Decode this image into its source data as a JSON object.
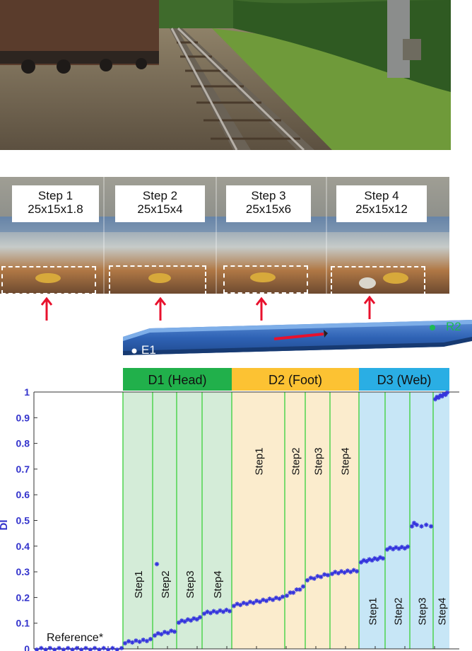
{
  "steps": [
    {
      "name": "Step 1",
      "size": "25x15x1.8"
    },
    {
      "name": "Step 2",
      "size": "25x15x4"
    },
    {
      "name": "Step 3",
      "size": "25x15x6"
    },
    {
      "name": "Step 4",
      "size": "25x15x12"
    }
  ],
  "beam": {
    "start_label": "E1",
    "end_label": "R2"
  },
  "colors": {
    "head": "#21b04b",
    "foot": "#fcc233",
    "web": "#2aaee4",
    "points": "#3333dd",
    "arrow": "#e8112d"
  },
  "chart_data": {
    "type": "scatter",
    "ylabel": "DI",
    "ylim": [
      0,
      1
    ],
    "yticks": [
      "0",
      "0.1",
      "0.2",
      "0.3",
      "0.4",
      "0.5",
      "0.6",
      "0.7",
      "0.8",
      "0.9",
      "1"
    ],
    "regions": [
      {
        "label": "D1 (Head)",
        "color": "#21b04b",
        "fill": "#d4ecd8",
        "steps": [
          "Step1",
          "Step2",
          "Step3",
          "Step4"
        ]
      },
      {
        "label": "D2 (Foot)",
        "color": "#fcc233",
        "fill": "#fbeccd",
        "steps": [
          "Step1",
          "Step2",
          "Step3",
          "Step4"
        ]
      },
      {
        "label": "D3 (Web)",
        "color": "#2aaee4",
        "fill": "#c7e6f6",
        "steps": [
          "Step1",
          "Step2",
          "Step3",
          "Step4"
        ]
      }
    ],
    "reference_label": "Reference*",
    "groups": [
      {
        "name": "Reference",
        "region": -1,
        "y_start": 0.0,
        "y_end": 0.0,
        "n": 20
      },
      {
        "name": "D1 Step1",
        "region": 0,
        "y_start": 0.025,
        "y_end": 0.035,
        "n": 8
      },
      {
        "name": "D1 Step2",
        "region": 0,
        "y_start": 0.055,
        "y_end": 0.07,
        "n": 7
      },
      {
        "name": "D1 Step3",
        "region": 0,
        "y_start": 0.105,
        "y_end": 0.12,
        "n": 8
      },
      {
        "name": "D1 Step4",
        "region": 0,
        "y_start": 0.14,
        "y_end": 0.15,
        "n": 9
      },
      {
        "name": "D2 Step1",
        "region": 1,
        "y_start": 0.17,
        "y_end": 0.2,
        "n": 16
      },
      {
        "name": "D2 Step2",
        "region": 1,
        "y_start": 0.21,
        "y_end": 0.24,
        "n": 6
      },
      {
        "name": "D2 Step3",
        "region": 1,
        "y_start": 0.27,
        "y_end": 0.29,
        "n": 7
      },
      {
        "name": "D2 Step4",
        "region": 1,
        "y_start": 0.295,
        "y_end": 0.305,
        "n": 9
      },
      {
        "name": "D3 Step1",
        "region": 2,
        "y_start": 0.34,
        "y_end": 0.355,
        "n": 9
      },
      {
        "name": "D3 Step2",
        "region": 2,
        "y_start": 0.39,
        "y_end": 0.395,
        "n": 8
      },
      {
        "name": "D3 Step3",
        "region": 2,
        "y_start": 0.48,
        "y_end": 0.48,
        "n": 5
      },
      {
        "name": "D3 Step4",
        "region": 2,
        "y_start": 0.975,
        "y_end": 0.995,
        "n": 8
      }
    ],
    "outliers": [
      {
        "group": "D1 Step2",
        "y": 0.33
      },
      {
        "group": "D3 Step3",
        "y": 0.49
      }
    ]
  }
}
